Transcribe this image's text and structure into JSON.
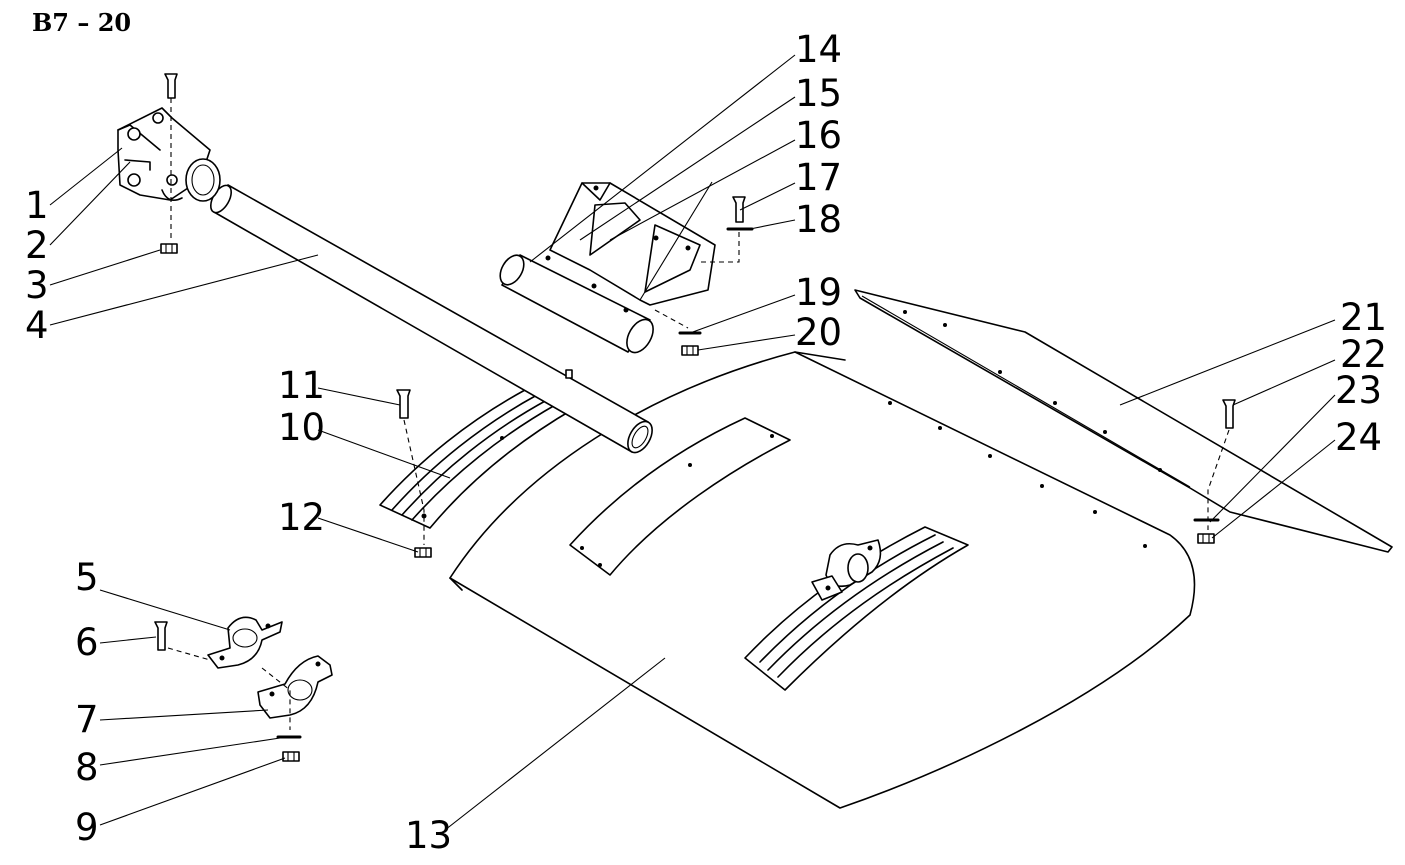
{
  "diagram_id": "B7 – 20",
  "callouts": [
    "1",
    "2",
    "3",
    "4",
    "5",
    "6",
    "7",
    "8",
    "9",
    "10",
    "11",
    "12",
    "13",
    "14",
    "15",
    "16",
    "17",
    "18",
    "19",
    "20",
    "21",
    "22",
    "23",
    "24"
  ]
}
